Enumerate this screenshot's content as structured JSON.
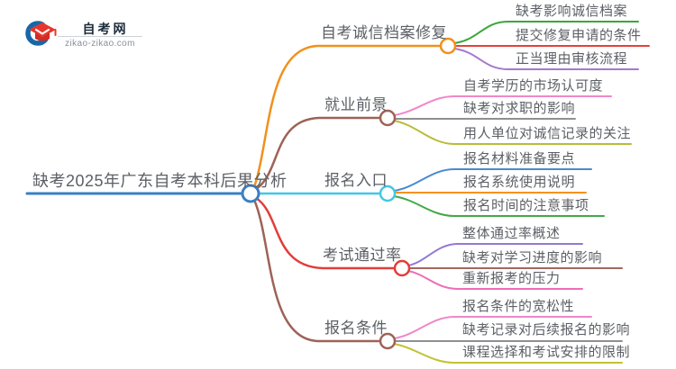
{
  "logo": {
    "title": "自考网",
    "domain": "zikao-zikao.com",
    "colors": {
      "swoosh": "#1767a8",
      "cap": "#e8362c",
      "cap_dark": "#d42b22",
      "title": "#1c2b3a",
      "domain_text": "#87919c"
    }
  },
  "mindmap": {
    "text_color": "#5c6066",
    "central": {
      "label": "缺考2025年广东自考本科后果分析",
      "color": "#3b7fc4"
    },
    "branches": [
      {
        "label": "自考诚信档案修复",
        "color": "#f0911c",
        "children": [
          {
            "label": "缺考影响诚信档案",
            "color": "#3ba53b"
          },
          {
            "label": "提交修复申请的条件",
            "color": "#e6403a"
          },
          {
            "label": "正当理由审核流程",
            "color": "#a678cd"
          }
        ]
      },
      {
        "label": "就业前景",
        "color": "#9e6257",
        "children": [
          {
            "label": "自考学历的市场认可度",
            "color": "#f087c7"
          },
          {
            "label": "缺考对求职的影响",
            "color": "#8f8f8f"
          },
          {
            "label": "用人单位对诚信记录的关注",
            "color": "#b9bc38"
          }
        ]
      },
      {
        "label": "报名入口",
        "color": "#3fc8e8",
        "children": [
          {
            "label": "报名材料准备要点",
            "color": "#4a8ad0"
          },
          {
            "label": "报名系统使用说明",
            "color": "#f5921e"
          },
          {
            "label": "报名时间的注意事项",
            "color": "#42a846"
          }
        ]
      },
      {
        "label": "考试通过率",
        "color": "#e23d3a",
        "children": [
          {
            "label": "整体通过率概述",
            "color": "#9379d3"
          },
          {
            "label": "缺考对学习进度的影响",
            "color": "#a2685e"
          },
          {
            "label": "重新报考的压力",
            "color": "#ee6cb8"
          }
        ]
      },
      {
        "label": "报名条件",
        "color": "#9e6257",
        "children": [
          {
            "label": "报名条件的宽松性",
            "color": "#f087c7"
          },
          {
            "label": "缺考记录对后续报名的影响",
            "color": "#8f8f8f"
          },
          {
            "label": "课程选择和考试安排的限制",
            "color": "#c2c233"
          }
        ]
      }
    ]
  }
}
